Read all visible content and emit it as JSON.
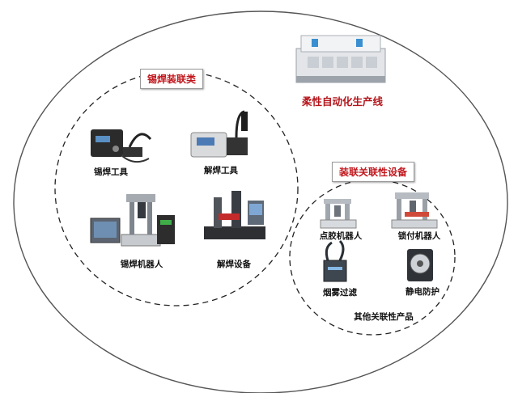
{
  "groups": {
    "soldering": {
      "title": "锡焊装联类",
      "items": [
        "锡焊工具",
        "解焊工具",
        "锡焊机器人",
        "解焊设备"
      ]
    },
    "flexible_line": {
      "title": "柔性自动化生产线"
    },
    "equipment": {
      "title": "装联关联性设备",
      "items": [
        "点胶机器人",
        "锁付机器人",
        "烟雾过滤",
        "静电防护"
      ],
      "footer": "其他关联性产品"
    }
  },
  "colors": {
    "tag_text": "#c0161c",
    "border": "#555555",
    "dash": "#222222"
  }
}
